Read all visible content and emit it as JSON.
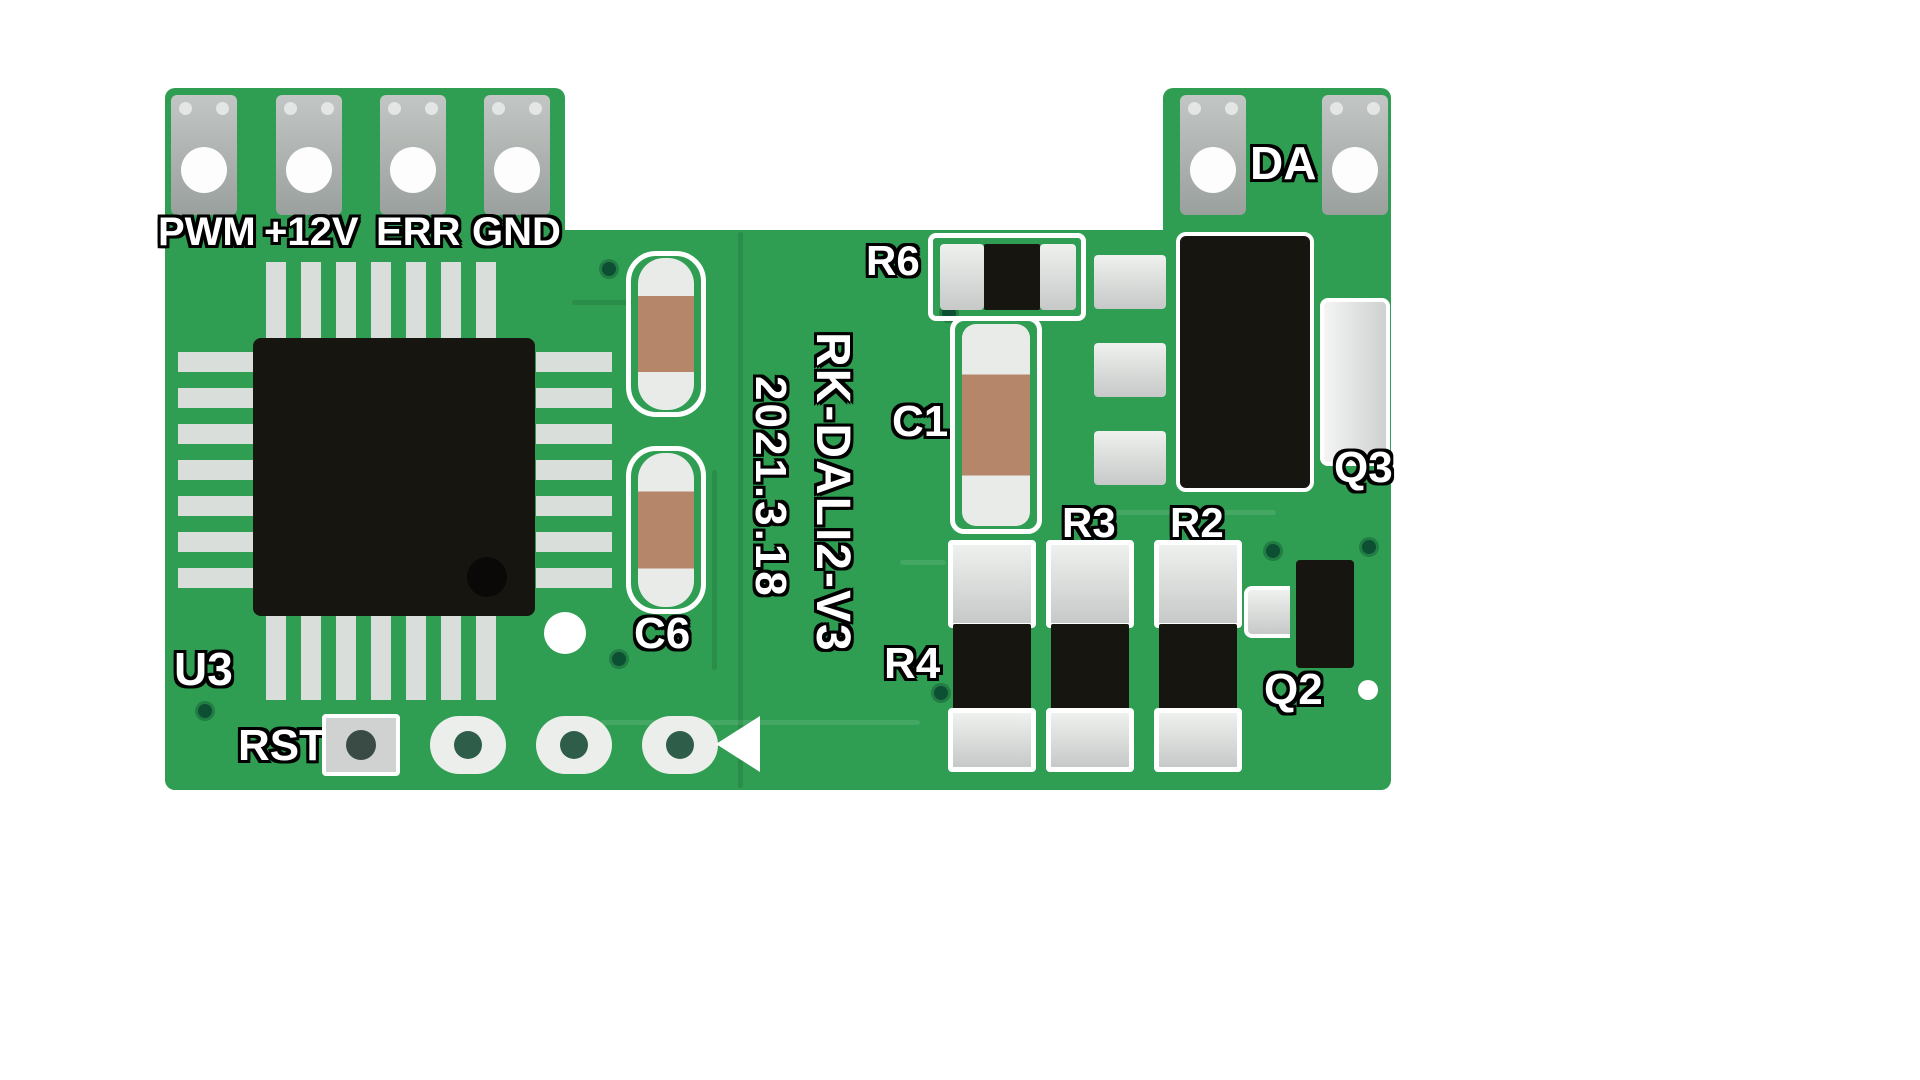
{
  "board": {
    "model": "RK-DALI2-V3",
    "date": "2021.3.18",
    "connectors_left": [
      {
        "label": "PWM"
      },
      {
        "label": "+12V"
      },
      {
        "label": "ERR"
      },
      {
        "label": "GND"
      }
    ],
    "connector_right": {
      "label": "DA"
    },
    "refdes": {
      "u3": "U3",
      "rst": "RST",
      "c6": "C6",
      "r6": "R6",
      "c1": "C1",
      "q3": "Q3",
      "r3": "R3",
      "r2": "R2",
      "r4": "R4",
      "q2": "Q2"
    },
    "colors": {
      "pcb_green": "#2f9e52",
      "silkscreen_white": "#ffffff",
      "chip_black": "#17150f",
      "pad_silver": "#d8dcd9",
      "melf_tan": "#b5866a",
      "connector_gray": "#a2a6a4"
    }
  }
}
